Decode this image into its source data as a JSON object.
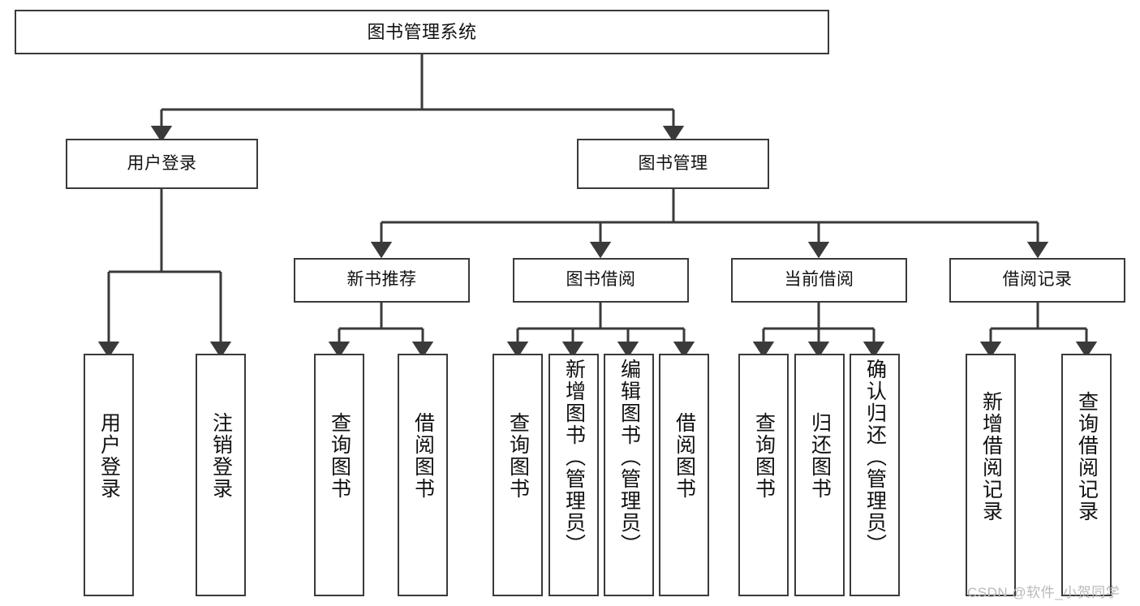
{
  "diagram": {
    "type": "tree",
    "title": "图书管理系统",
    "watermark": "CSDN @软件_小贺同学",
    "colors": {
      "border": "#3a3a3a",
      "background": "#ffffff",
      "text": "#111111",
      "watermark": "#b9b9b9"
    },
    "levels": {
      "root": {
        "label": "图书管理系统"
      },
      "level2": [
        {
          "label": "用户登录"
        },
        {
          "label": "图书管理"
        }
      ],
      "level3": [
        {
          "label": "新书推荐"
        },
        {
          "label": "图书借阅"
        },
        {
          "label": "当前借阅"
        },
        {
          "label": "借阅记录"
        }
      ],
      "leaves_user_login": [
        {
          "label": "用户登录"
        },
        {
          "label": "注销登录"
        }
      ],
      "leaves_new_books": [
        {
          "label": "查询图书"
        },
        {
          "label": "借阅图书"
        }
      ],
      "leaves_borrow": [
        {
          "label": "查询图书"
        },
        {
          "label": "新增图书（管理员）"
        },
        {
          "label": "编辑图书（管理员）"
        },
        {
          "label": "借阅图书"
        }
      ],
      "leaves_current": [
        {
          "label": "查询图书"
        },
        {
          "label": "归还图书"
        },
        {
          "label": "确认归还（管理员）"
        }
      ],
      "leaves_records": [
        {
          "label": "新增借阅记录"
        },
        {
          "label": "查询借阅记录"
        }
      ]
    }
  }
}
